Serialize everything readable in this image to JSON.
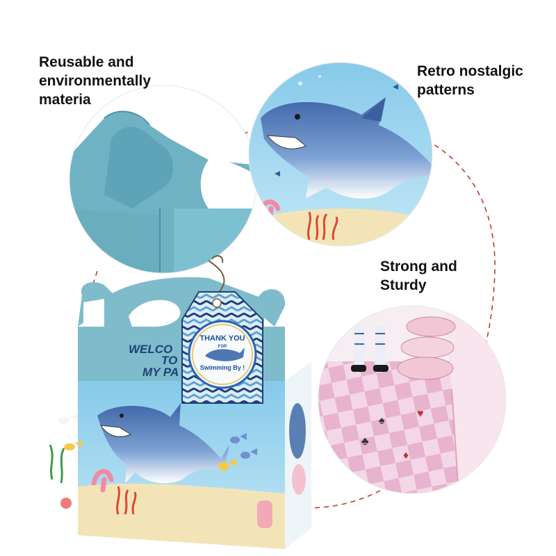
{
  "features": [
    {
      "id": "reusable",
      "label": "Reusable and\nenvironmentally\nmateria"
    },
    {
      "id": "retro",
      "label": "Retro nostalgic\npatterns"
    },
    {
      "id": "sturdy",
      "label": "Strong and\nSturdy"
    }
  ],
  "box": {
    "tag_line1": "THANK YOU",
    "tag_line2": "FOR",
    "tag_line3": "Swimming By !",
    "wall_line1": "WELCO",
    "wall_line2": "TO",
    "wall_line3": "MY PA"
  },
  "colors": {
    "box_blue": "#7fbccb",
    "sea_blue": "#9fd3ef",
    "sand": "#f3e4b8",
    "shark_blue": "#4f77b3",
    "dashed_line": "#c0392b",
    "chevron_dark": "#1f3f78"
  }
}
